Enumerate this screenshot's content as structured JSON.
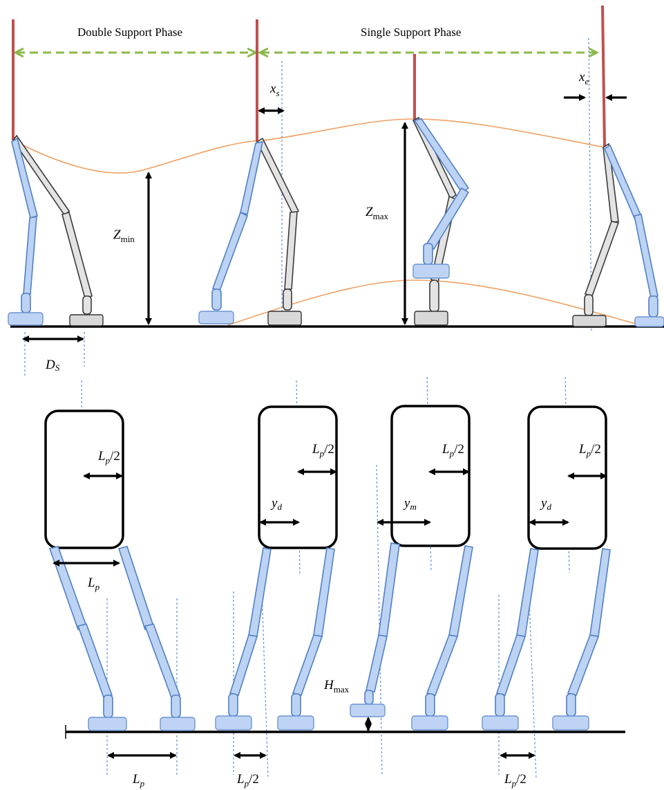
{
  "phases": {
    "double_support": "Double Support Phase",
    "single_support": "Single Support Phase"
  },
  "labels": {
    "xs": {
      "main": "x",
      "sub": "s"
    },
    "xe": {
      "main": "x",
      "sub": "e"
    },
    "zmin": {
      "main": "Z",
      "sub": "min"
    },
    "zmax": {
      "main": "Z",
      "sub": "max"
    },
    "ds": {
      "main": "D",
      "sub": "S"
    },
    "lp_half_1": {
      "main": "L",
      "sub": "p",
      "tail": "/2"
    },
    "lp_half_2": {
      "main": "L",
      "sub": "p",
      "tail": "/2"
    },
    "lp_half_3": {
      "main": "L",
      "sub": "p",
      "tail": "/2"
    },
    "lp_half_4": {
      "main": "L",
      "sub": "p",
      "tail": "/2"
    },
    "lp_top": {
      "main": "L",
      "sub": "p"
    },
    "yd_1": {
      "main": "y",
      "sub": "d"
    },
    "ym": {
      "main": "y",
      "sub": "m"
    },
    "yd_2": {
      "main": "y",
      "sub": "d"
    },
    "hmax": {
      "main": "H",
      "sub": "max"
    },
    "lp_bottom": {
      "main": "L",
      "sub": "p"
    },
    "lp_half_b1": {
      "main": "L",
      "sub": "p",
      "tail": "/2"
    },
    "lp_half_b2": {
      "main": "L",
      "sub": "p",
      "tail": "/2"
    }
  }
}
